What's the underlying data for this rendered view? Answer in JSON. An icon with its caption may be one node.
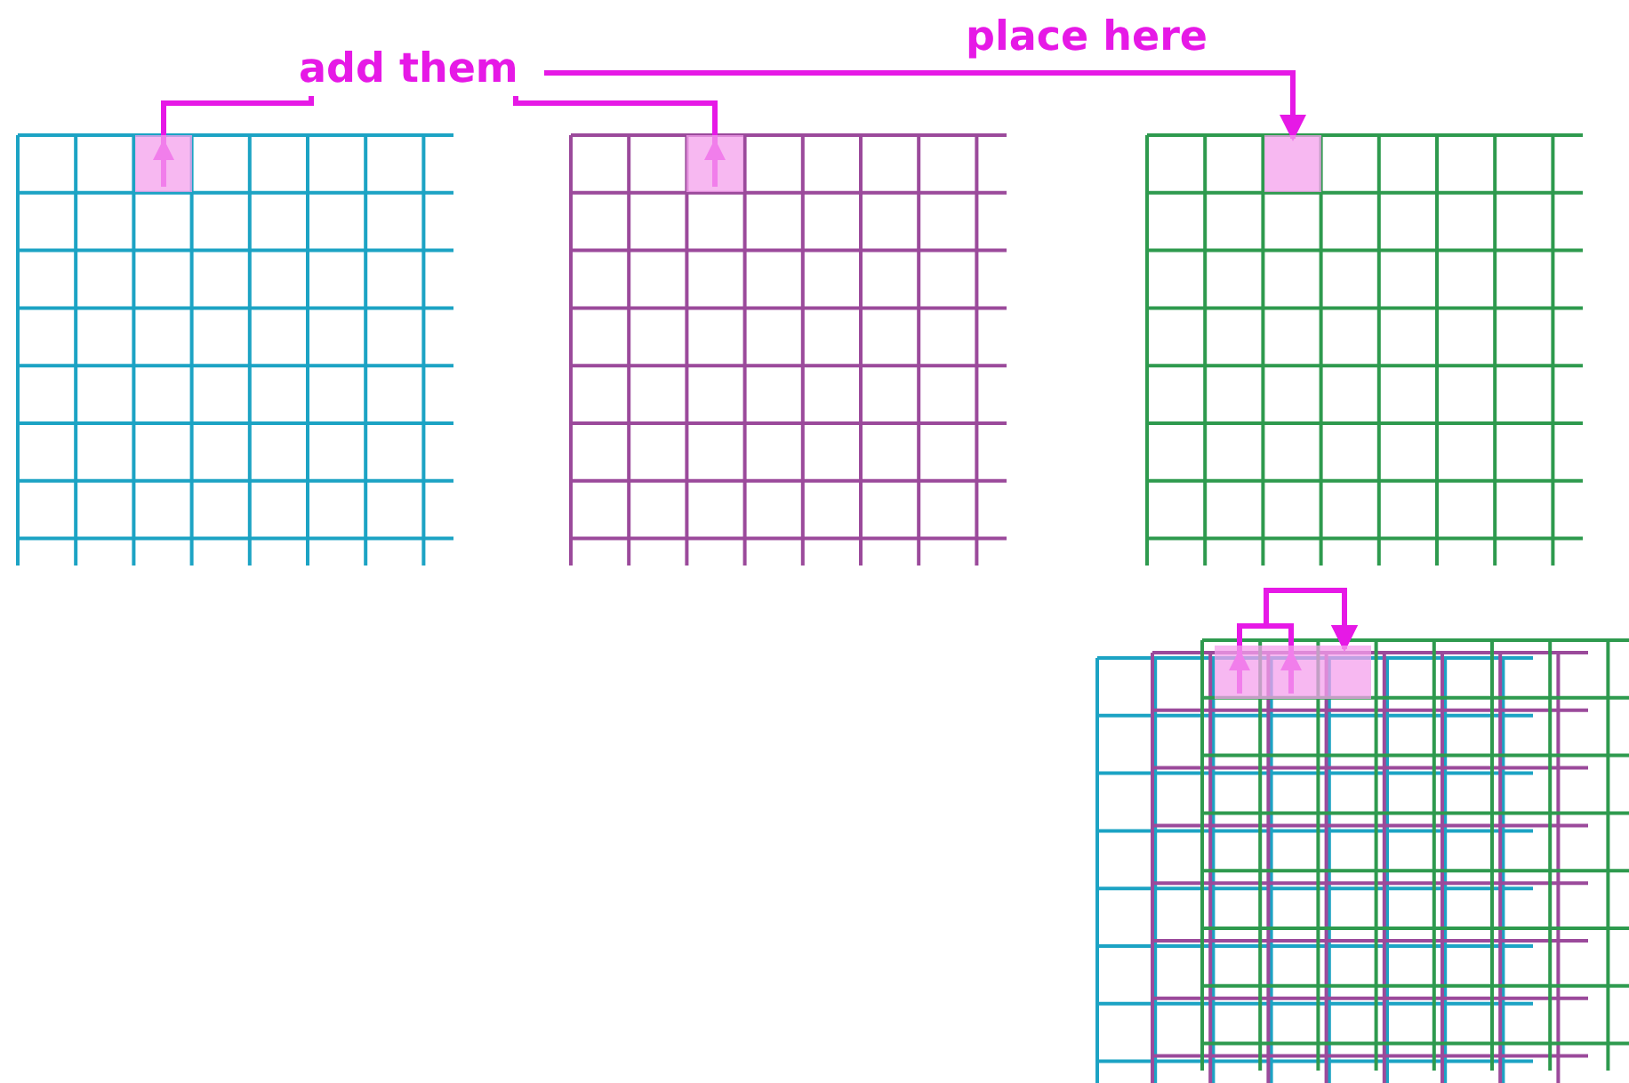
{
  "diagram": {
    "nodes": [
      {
        "text": [
          "add them"
        ]
      },
      {
        "text": [],
        "shape": "box"
      },
      {
        "text": [],
        "shape": "box"
      },
      {
        "text": [],
        "shape": "box"
      },
      {
        "text": [],
        "shape": "box"
      },
      {
        "text": [],
        "shape": "box"
      },
      {
        "text": [],
        "shape": "box"
      }
    ],
    "edges": [
      {
        "from": 1,
        "to": 0,
        "arrow": "to"
      },
      {
        "from": 2,
        "to": 0,
        "arrow": "to"
      },
      {
        "from": 0,
        "to": 3,
        "arrow": "to",
        "label": "place here"
      },
      {
        "from": 4,
        "to": 6,
        "arrow": "to"
      },
      {
        "from": 5,
        "to": 6,
        "arrow": "to"
      }
    ]
  }
}
